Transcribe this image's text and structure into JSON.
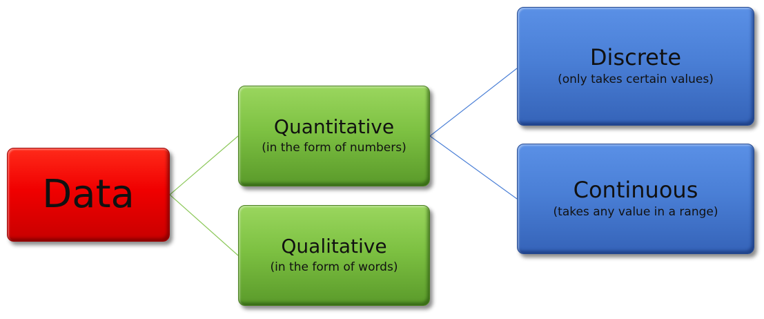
{
  "diagram": {
    "root": {
      "title": "Data"
    },
    "quantitative": {
      "title": "Quantitative",
      "subtitle": "(in the form of numbers)"
    },
    "qualitative": {
      "title": "Qualitative",
      "subtitle": "(in the form of words)"
    },
    "discrete": {
      "title": "Discrete",
      "subtitle": "(only takes certain values)"
    },
    "continuous": {
      "title": "Continuous",
      "subtitle": "(takes any value in a range)"
    },
    "edges": [
      {
        "from": "Data",
        "to": "Quantitative"
      },
      {
        "from": "Data",
        "to": "Qualitative"
      },
      {
        "from": "Quantitative",
        "to": "Discrete"
      },
      {
        "from": "Quantitative",
        "to": "Continuous"
      }
    ]
  },
  "colors": {
    "root": "#f00000",
    "level1": "#7dc142",
    "level2": "#4a7fd6",
    "connector_green": "#8cc85a",
    "connector_blue": "#4a7fd6"
  }
}
